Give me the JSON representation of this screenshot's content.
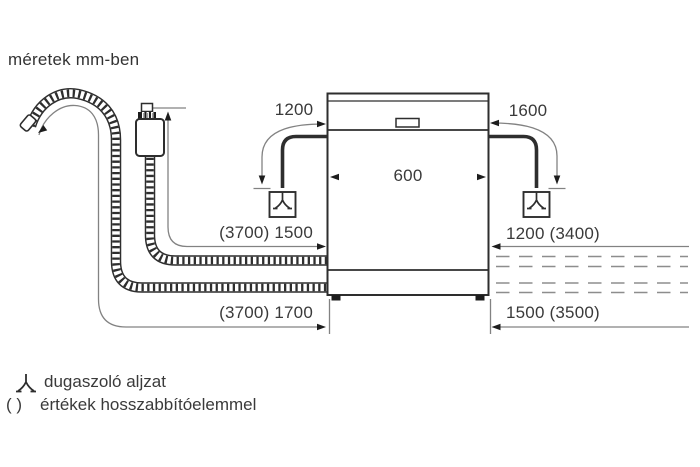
{
  "title": "méretek mm-ben",
  "dimensions": {
    "cord_to_socket_left": "1200",
    "cord_to_socket_right": "1600",
    "appliance_width": "600",
    "supply_hose_left": "(3700) 1500",
    "drain_hose_left": "(3700) 1700",
    "supply_hose_right": "1200 (3400)",
    "drain_hose_right": "1500 (3500)"
  },
  "legend": [
    {
      "symbol": "plug-icon",
      "label": "dugaszoló aljzat"
    },
    {
      "symbol": "( )",
      "label": "értékek hosszabbítóelemmel"
    }
  ],
  "colors": {
    "ink": "#2e2e2e",
    "guide": "#828282",
    "dash": "#8d8d8d",
    "background": "#ffffff"
  }
}
